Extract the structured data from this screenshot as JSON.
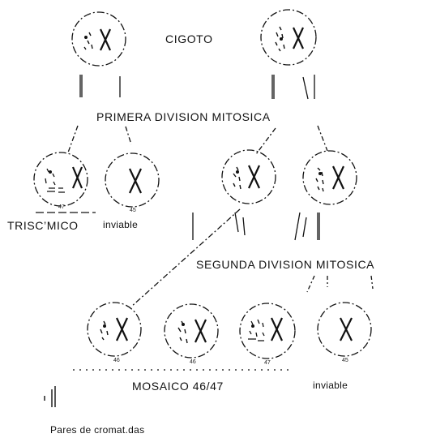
{
  "labels": {
    "cigoto": "CIGOTO",
    "primera_division": "PRIMERA DIVISION MITOSICA",
    "segunda_division": "SEGUNDA DIVISION MITOSICA",
    "trisomico": "TRISC’MICO",
    "inviable_top": "inviable",
    "mosaico": "MOSAICO 46/47",
    "inviable_bottom": "inviable",
    "pares": "Pares de cromat.das"
  },
  "chromosome_counts": {
    "trisomic_cell": "47",
    "inviable_cell_top": "45",
    "mosaic_a": "46",
    "mosaic_b": "46",
    "mosaic_c": "47",
    "inviable_cell_bottom": "45"
  }
}
